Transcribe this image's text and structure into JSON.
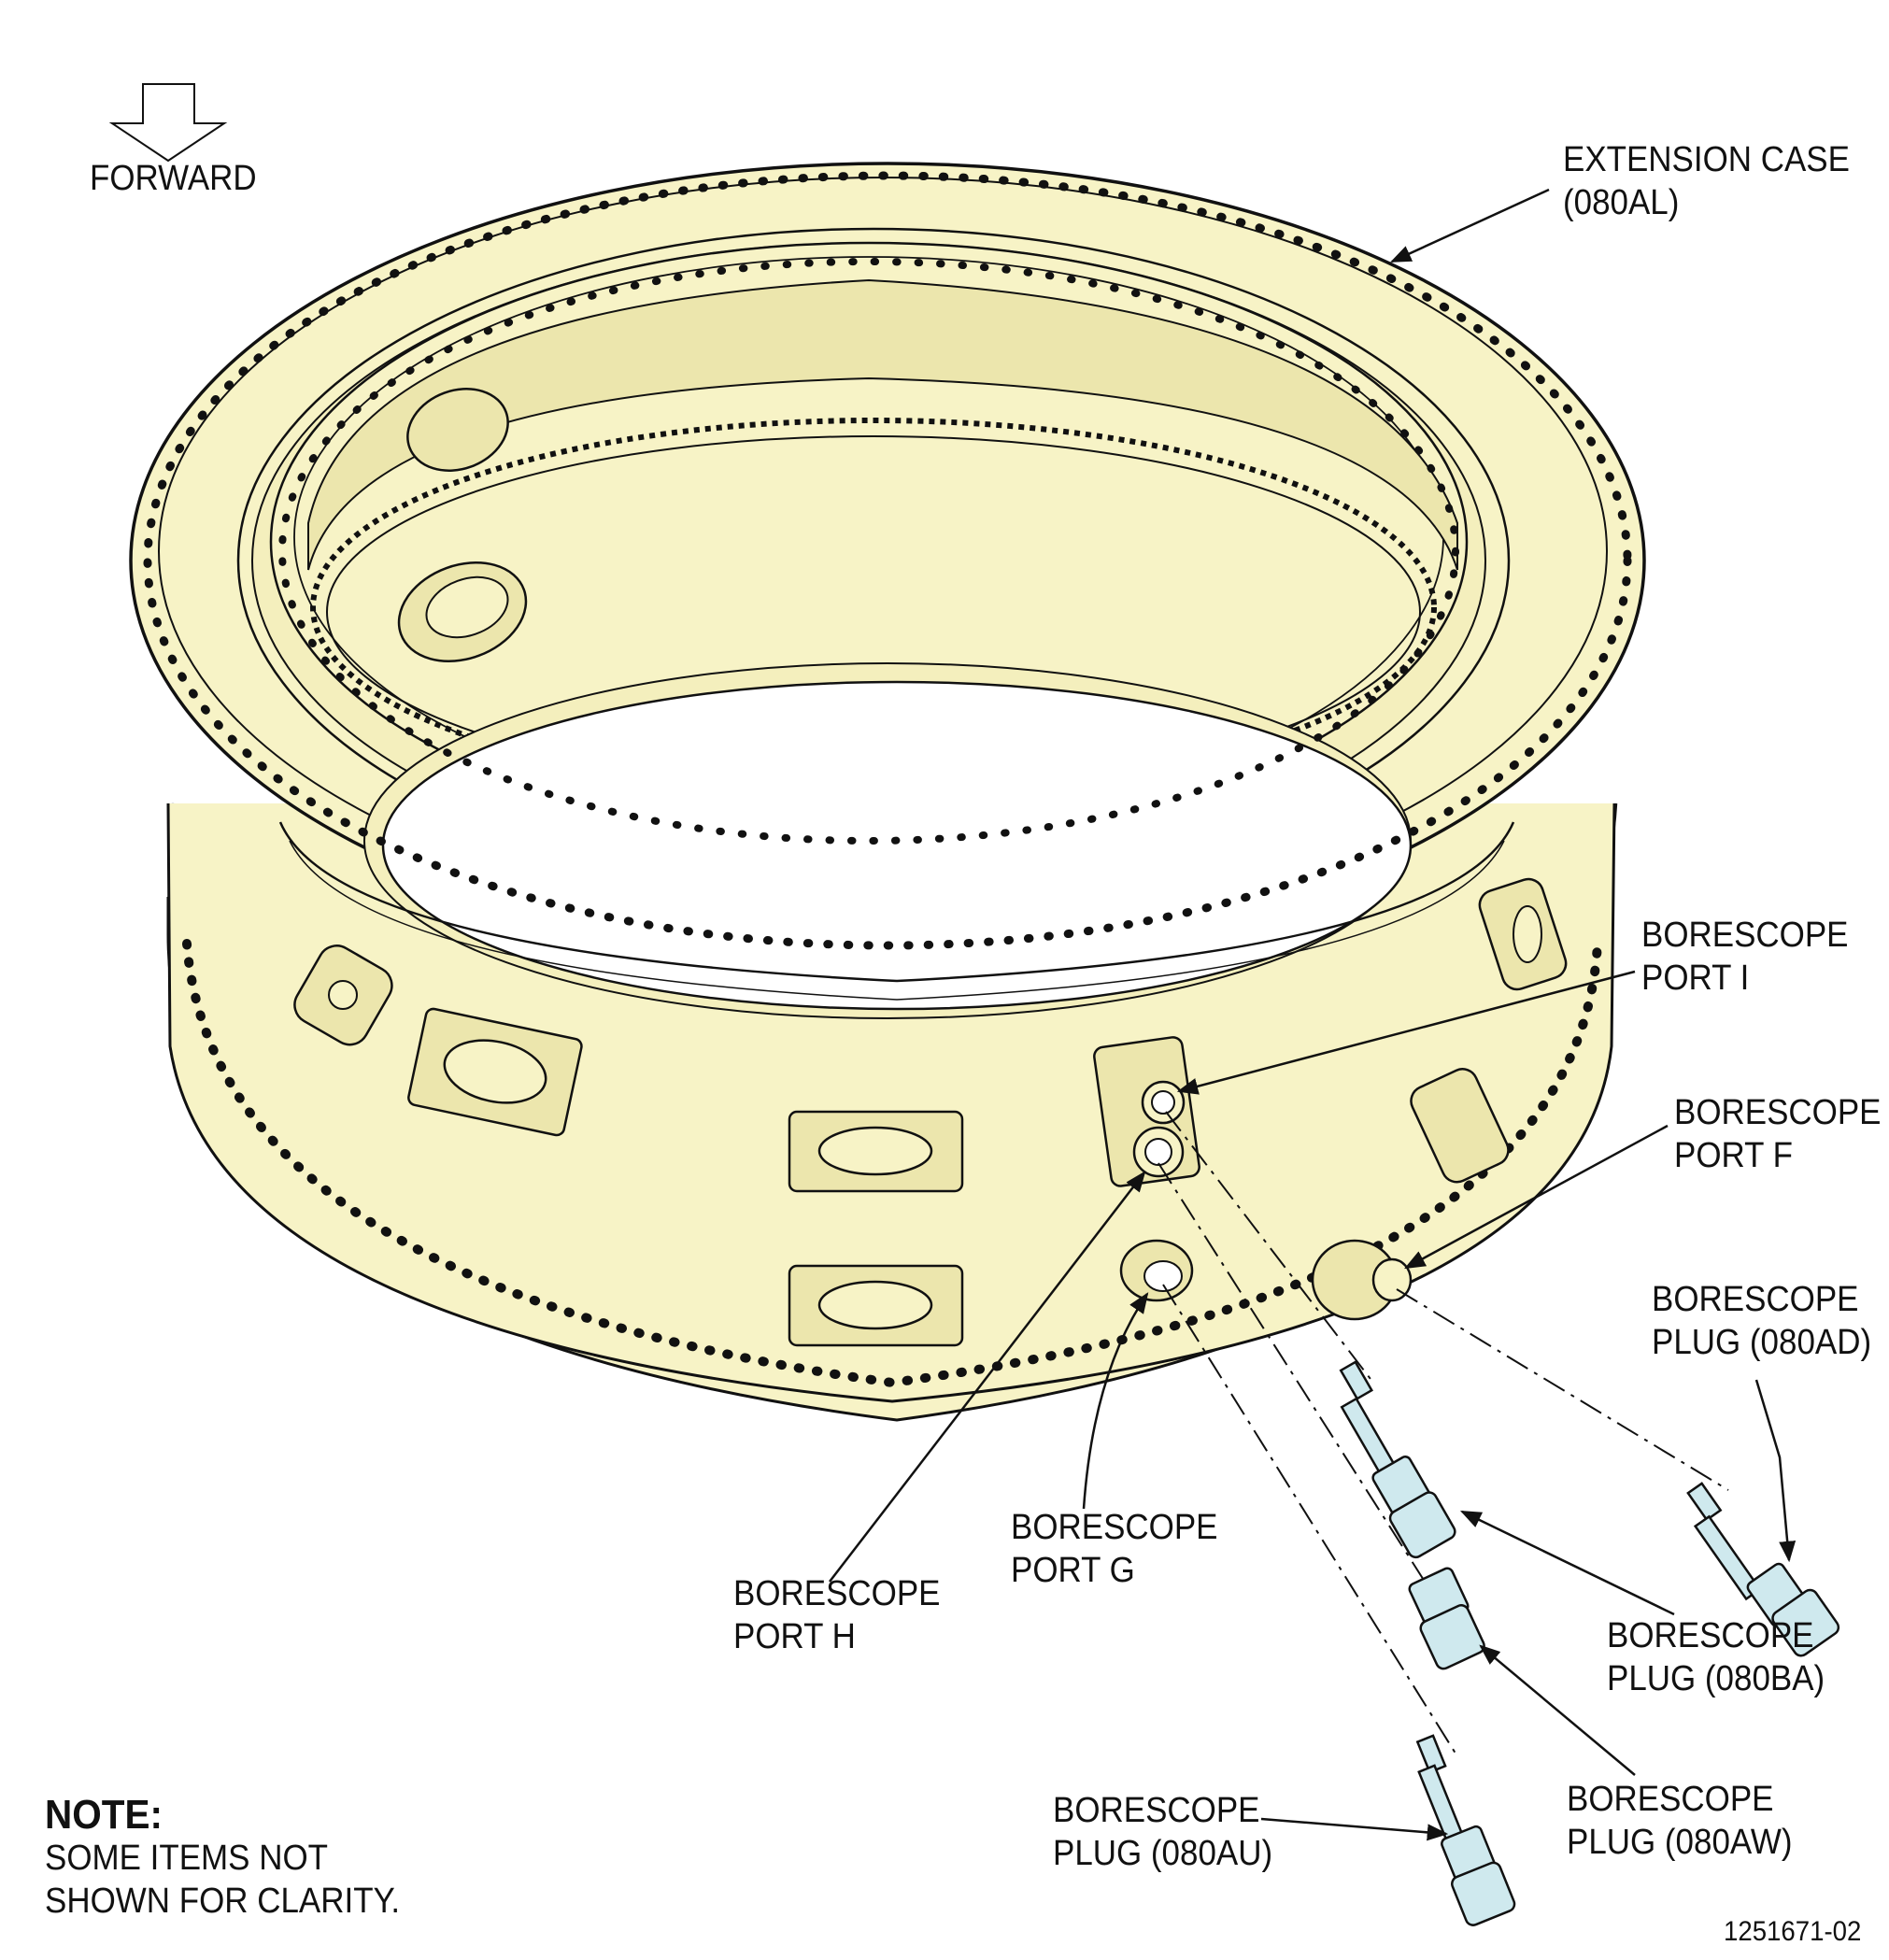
{
  "forward_label": "FORWARD",
  "labels": {
    "extension_case": [
      "EXTENSION CASE",
      "(080AL)"
    ],
    "port_i": [
      "BORESCOPE",
      "PORT I"
    ],
    "port_f": [
      "BORESCOPE",
      "PORT F"
    ],
    "plug_080ad": [
      "BORESCOPE",
      "PLUG (080AD)"
    ],
    "plug_080ba": [
      "BORESCOPE",
      "PLUG (080BA)"
    ],
    "plug_080aw": [
      "BORESCOPE",
      "PLUG (080AW)"
    ],
    "plug_080au": [
      "BORESCOPE",
      "PLUG (080AU)"
    ],
    "port_g": [
      "BORESCOPE",
      "PORT G"
    ],
    "port_h": [
      "BORESCOPE",
      "PORT H"
    ]
  },
  "note": {
    "title": "NOTE:",
    "lines": [
      "SOME ITEMS NOT",
      "SHOWN FOR CLARITY."
    ]
  },
  "figure_number": "1251671-02",
  "colors": {
    "case_fill": "#f7f3c6",
    "case_shadow": "#ece6ad",
    "plug_fill": "#cfe9ee",
    "line": "#111111"
  }
}
